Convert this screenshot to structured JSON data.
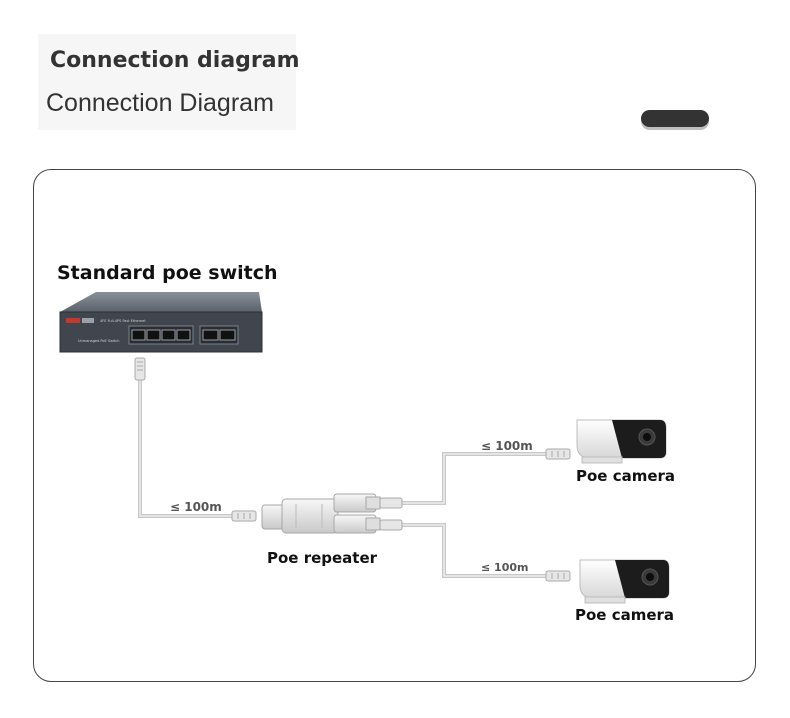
{
  "header": {
    "title": "Connection diagram",
    "subtitle": "Connection Diagram"
  },
  "diagram": {
    "switch_label": "Standard poe switch",
    "repeater_label": "Poe repeater",
    "camera_top_label": "Poe camera",
    "camera_bottom_label": "Poe camera",
    "distance_switch_repeater": "≤ 100m",
    "distance_repeater_camera_top": "≤ 100m",
    "distance_repeater_camera_bottom": "≤ 100m"
  }
}
